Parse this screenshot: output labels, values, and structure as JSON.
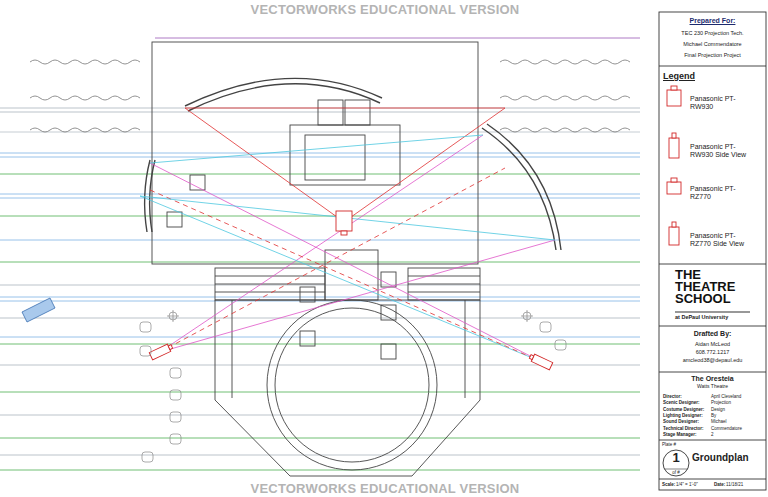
{
  "diagram": {
    "nodes": [
      {
        "text": [
          "Prepared For:",
          "TEC 230 Projection Tech.",
          "Michael Commendatore",
          "Final Projection Project"
        ]
      },
      {
        "text": [
          "Legend"
        ]
      },
      {
        "text": [
          "THE THEATRE SCHOOL",
          "at DePaul University"
        ]
      },
      {
        "text": [
          "Drafted By:",
          "Aidan McLeod",
          "608.772.1217",
          "amcleod38@depaul.edu"
        ]
      },
      {
        "text": [
          "The Oresteia",
          "Watts Theatre",
          "Director:",
          "April Cleveland",
          "Scenic Designer:",
          "Projection",
          "Costume Designer:",
          "Design",
          "Lighting Designer:",
          "By",
          "Sound Designer:",
          "Michael",
          "Technical Director:",
          "Commendatore",
          "Stage Manager:",
          "2"
        ]
      },
      {
        "text": [
          "Plate #",
          "1",
          "of #",
          "Groundplan",
          "Scale:",
          "1/4\" = 1'-0\"",
          "Date:",
          "11/18/21"
        ]
      }
    ],
    "labels": [
      "VECTORWORKS EDUCATIONAL VERSION",
      "VECTORWORKS EDUCATIONAL VERSION"
    ],
    "legend": [
      {
        "text": "Panasonic PT-RW930"
      },
      {
        "text": "Panasonic PT-RW930 Side View"
      },
      {
        "text": "Panasonic PT-RZ770"
      },
      {
        "text": "Panasonic PT-RZ770 Side View"
      }
    ]
  }
}
